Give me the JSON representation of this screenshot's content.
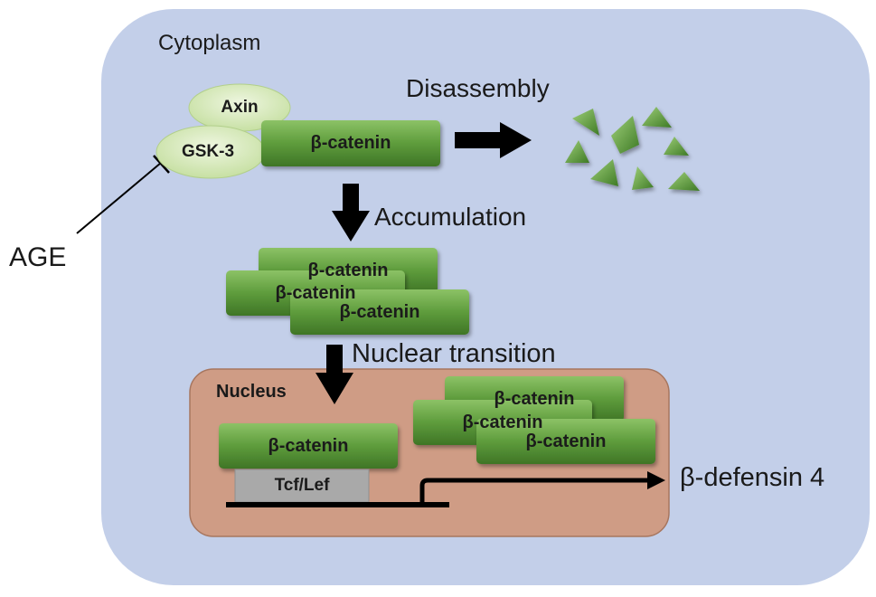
{
  "labels": {
    "cytoplasm": "Cytoplasm",
    "disassembly": "Disassembly",
    "accumulation": "Accumulation",
    "nuclear_transition": "Nuclear transition",
    "nucleus": "Nucleus",
    "age": "AGE",
    "beta_defensin": "β-defensin 4"
  },
  "complex": {
    "axin": "Axin",
    "gsk3": "GSK-3",
    "beta_catenin": "β-catenin"
  },
  "accumulated": [
    "β-catenin",
    "β-catenin",
    "β-catenin"
  ],
  "nuclear_stack": [
    "β-catenin",
    "β-catenin",
    "β-catenin"
  ],
  "dna_bound": {
    "beta_catenin": "β-catenin",
    "tcf_lef": "Tcf/Lef"
  },
  "colors": {
    "cytoplasm_fill": "#c3cfe9",
    "nucleus_fill": "#cf9c85",
    "bar_green": "#5b9a3a",
    "oval_green": "#d4e7b6",
    "tcf_gray": "#a9a9a9",
    "arrow": "#000000"
  }
}
